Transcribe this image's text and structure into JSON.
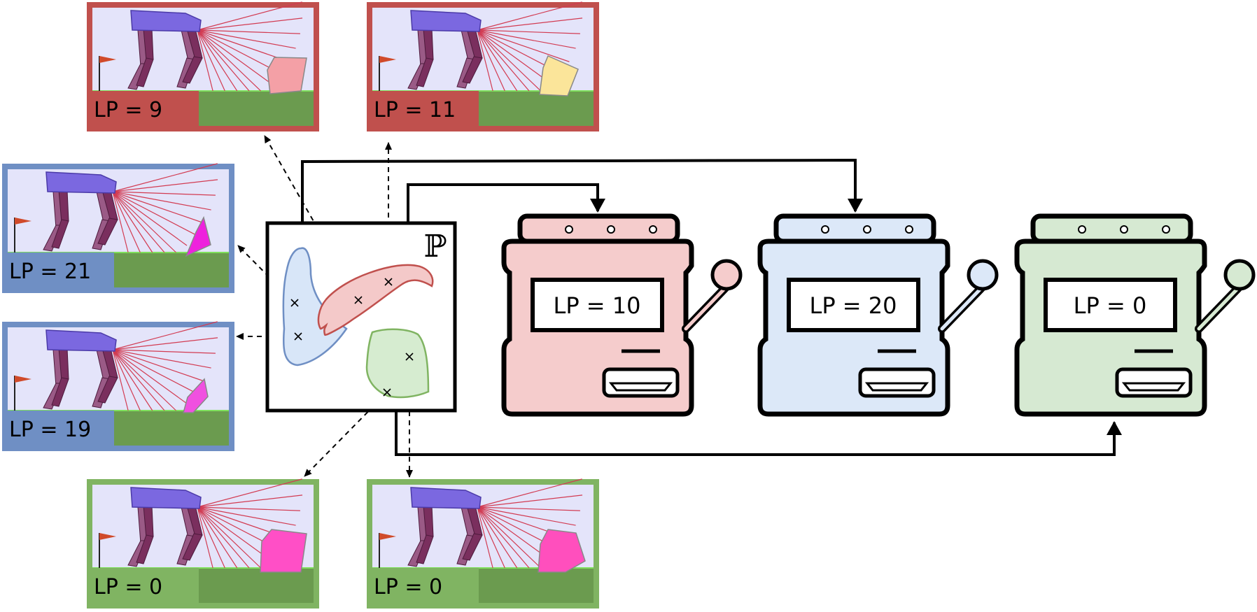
{
  "colors": {
    "red_frame": "#c0504d",
    "blue_frame": "#6f8fc4",
    "green_frame": "#80b462",
    "sky": "#e4e4fa",
    "ground": "#6b9b4f",
    "robot_body": "#7b68e0",
    "leg_dark": "#7a2f5e",
    "leg_light": "#9a5a86",
    "ray": "#d23b52",
    "flag": "#d04a2a",
    "red_fill": "#f5cccc",
    "blue_fill": "#dce8f8",
    "green_fill": "#d6e9d2",
    "red_region": "#f4c9c9",
    "blue_region": "#d8e6f8",
    "green_region": "#d6ecd0"
  },
  "environments": [
    {
      "id": "env-red-1",
      "group": "red",
      "lp_label": "LP = 9",
      "object_color": "#f4a0a6",
      "icons": [
        "flag-icon",
        "robot-icon"
      ]
    },
    {
      "id": "env-red-2",
      "group": "red",
      "lp_label": "LP = 11",
      "object_color": "#fbe59a",
      "icons": [
        "flag-icon",
        "robot-icon"
      ]
    },
    {
      "id": "env-blue-1",
      "group": "blue",
      "lp_label": "LP = 21",
      "object_color": "#ee22dd",
      "icons": [
        "flag-icon",
        "robot-icon"
      ]
    },
    {
      "id": "env-blue-2",
      "group": "blue",
      "lp_label": "LP = 19",
      "object_color": "#f050e0",
      "icons": [
        "flag-icon",
        "robot-icon"
      ]
    },
    {
      "id": "env-green-1",
      "group": "green",
      "lp_label": "LP = 0",
      "object_color": "#ff4fc6",
      "icons": [
        "flag-icon",
        "robot-icon"
      ]
    },
    {
      "id": "env-green-2",
      "group": "green",
      "lp_label": "LP = 0",
      "object_color": "#ff4fbd",
      "icons": [
        "flag-icon",
        "robot-icon"
      ]
    }
  ],
  "parameter_space": {
    "label": "ℙ"
  },
  "slot_machines": [
    {
      "id": "machine-red",
      "group": "red",
      "label": "LP = 10",
      "icon": "slot-machine-icon"
    },
    {
      "id": "machine-blue",
      "group": "blue",
      "label": "LP = 20",
      "icon": "slot-machine-icon"
    },
    {
      "id": "machine-green",
      "group": "green",
      "label": "LP = 0",
      "icon": "slot-machine-icon"
    }
  ]
}
